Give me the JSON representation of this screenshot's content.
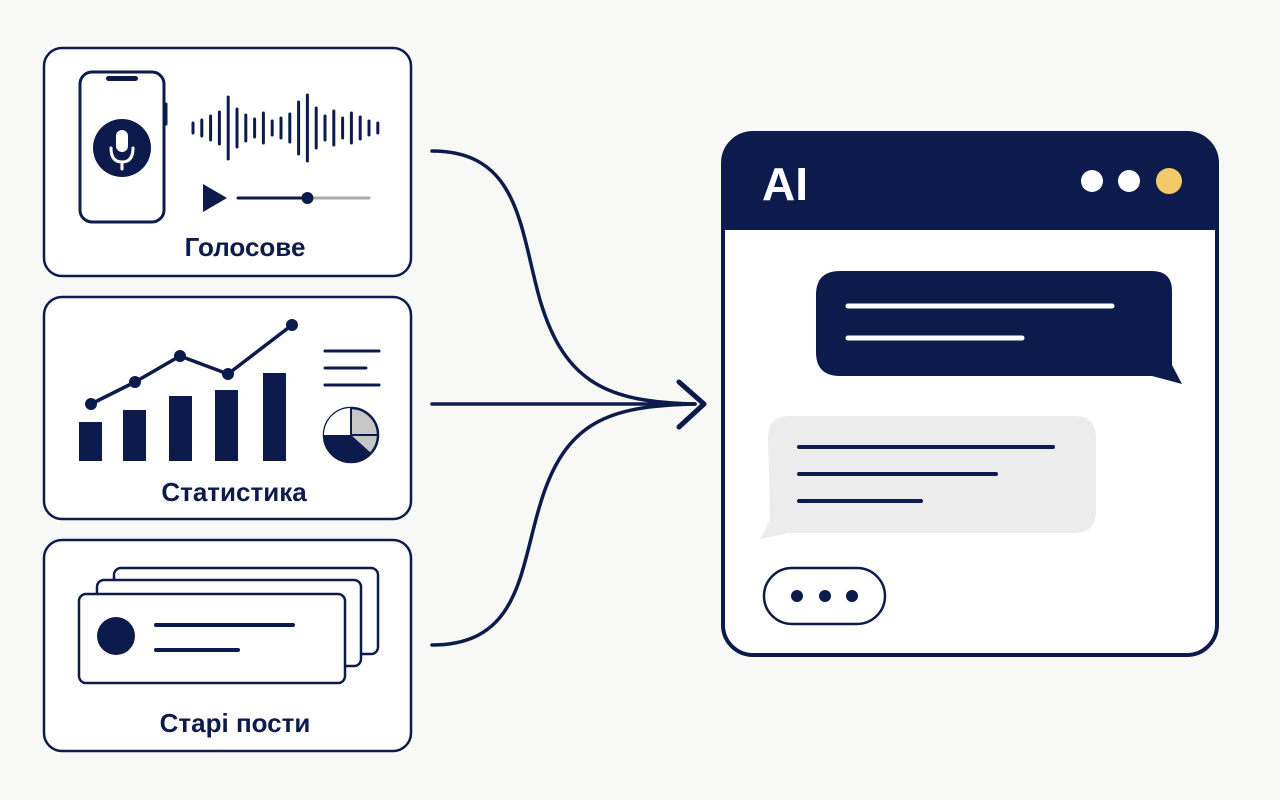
{
  "sources": [
    {
      "id": "voice",
      "label": "Голосове",
      "icon": "smartphone-microphone-icon"
    },
    {
      "id": "stats",
      "label": "Статистика",
      "icon": "bar-line-chart-icon"
    },
    {
      "id": "posts",
      "label": "Старі пости",
      "icon": "stacked-posts-icon"
    }
  ],
  "ai_window": {
    "title": "AI",
    "window_dots": [
      "#ffffff",
      "#ffffff",
      "#f3c969"
    ],
    "typing_indicator": "•••"
  },
  "voice_player": {
    "progress": 0.53
  },
  "colors": {
    "navy": "#0d1b4c",
    "background": "#f8f8f7",
    "bubble_gray": "#ececec",
    "accent_yellow": "#f3c969",
    "progress_track": "#a9a9a9"
  }
}
